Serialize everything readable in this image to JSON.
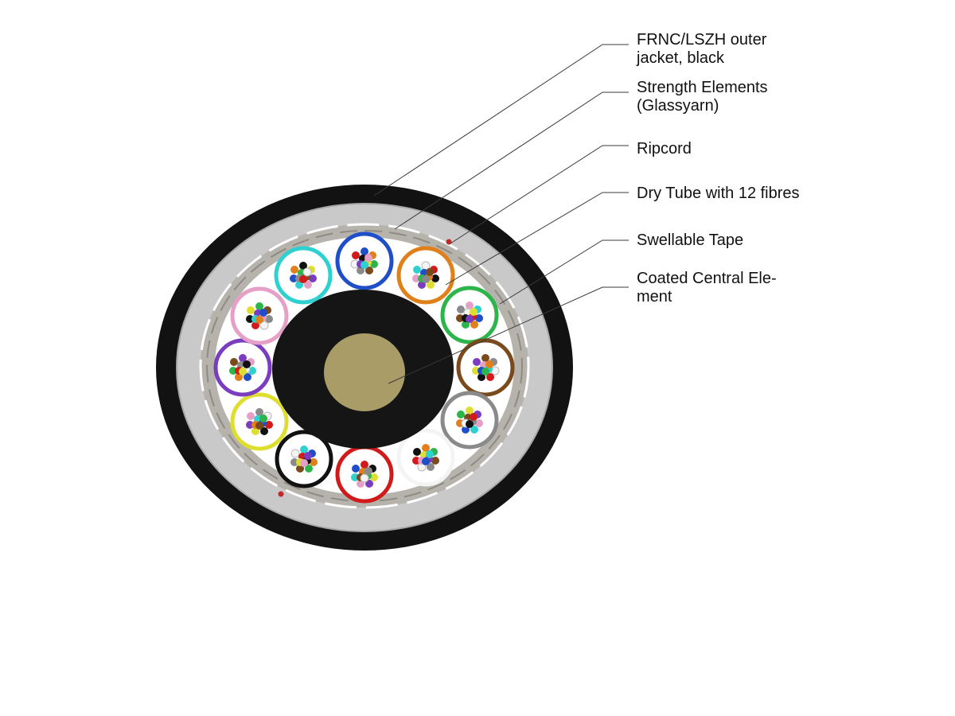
{
  "colors": {
    "jacket": "#121212",
    "strength_layer": "#c9c9c9",
    "ripcord": "#c0282c",
    "central_element_coating": "#151515",
    "central_element_core": "#a99c66",
    "fibre_palette": [
      "#1f4fc8",
      "#e0801a",
      "#2bb54a",
      "#7a4a1c",
      "#8a8a8a",
      "#f4f4f4",
      "#d11a1a",
      "#111111",
      "#dede30",
      "#7a3dc0",
      "#e6a0c8",
      "#2ed0d0"
    ]
  },
  "tube_ring_colors": [
    "blue",
    "orange",
    "green",
    "brown",
    "grey",
    "white",
    "red",
    "black",
    "yellow",
    "violet",
    "pink",
    "turquoise"
  ],
  "callouts": [
    {
      "id": "outer-jacket",
      "lines": [
        "FRNC/LSZH outer",
        "jacket, black"
      ]
    },
    {
      "id": "strength-elements",
      "lines": [
        "Strength Elements",
        "(Glassyarn)"
      ]
    },
    {
      "id": "ripcord",
      "lines": [
        "Ripcord"
      ]
    },
    {
      "id": "dry-tube",
      "lines": [
        "Dry Tube with 12 fibres"
      ]
    },
    {
      "id": "swellable-tape",
      "lines": [
        "Swellable Tape"
      ]
    },
    {
      "id": "central-element",
      "lines": [
        "Coated Central Ele-",
        "ment"
      ]
    }
  ]
}
